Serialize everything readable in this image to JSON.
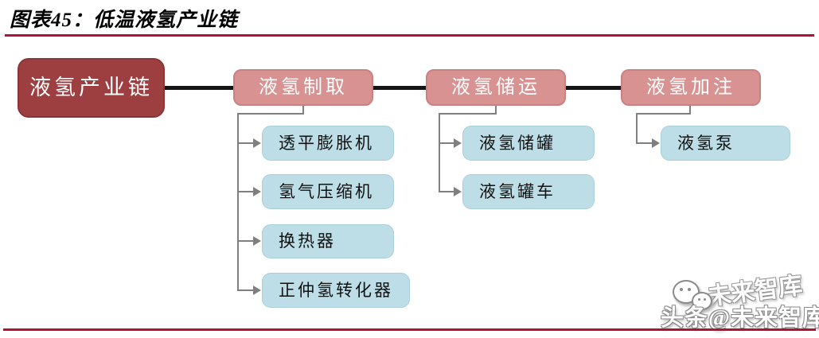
{
  "figure": {
    "title": "图表45：低温液氢产业链",
    "accent_line_color": "#B01238"
  },
  "diagram": {
    "root": {
      "label": "液氢产业链",
      "fill": "#9D3F40",
      "text_color": "#FFFFFF"
    },
    "branch_fill": "#D89292",
    "child_fill": "#BDDEE6",
    "connector_color": "#7F7F7F",
    "trunk_line_color": "#151515",
    "branches": [
      {
        "label": "液氢制取",
        "children": [
          "透平膨胀机",
          "氢气压缩机",
          "换热器",
          "正仲氢转化器"
        ]
      },
      {
        "label": "液氢储运",
        "children": [
          "液氢储罐",
          "液氢罐车"
        ]
      },
      {
        "label": "液氢加注",
        "children": [
          "液氢泵"
        ]
      }
    ]
  },
  "watermark": {
    "ghost_text": "未来智库",
    "main_text": "头条@未来智库",
    "icon": "wechat-chat-bubbles-icon"
  }
}
